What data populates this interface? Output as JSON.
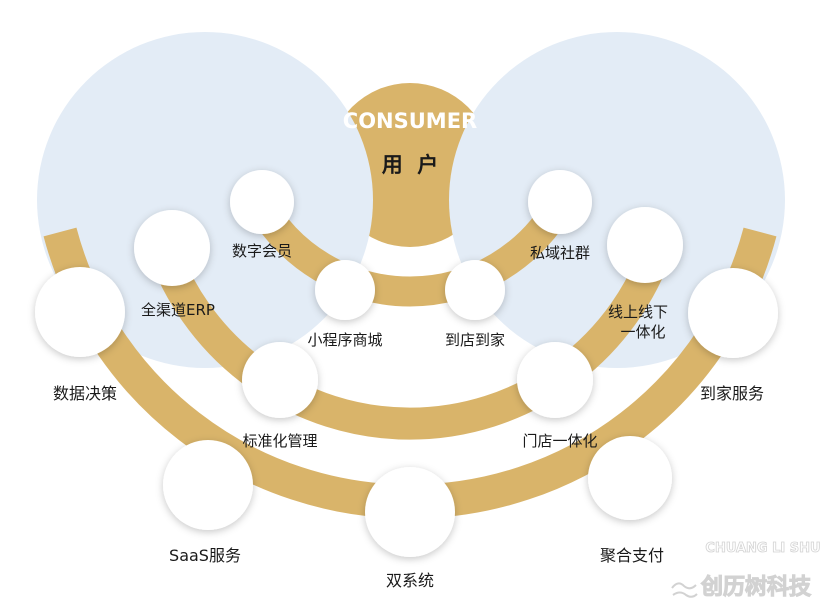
{
  "colors": {
    "gold": "#d9b46a",
    "blue": "#e3ecf6",
    "white": "#ffffff"
  },
  "center": {
    "title_en": "CONSUMER",
    "title_cn": "用  户"
  },
  "nodes": {
    "data_decision": "数据决策",
    "erp": "全渠道ERP",
    "member": "数字会员",
    "mini_mall": "小程序商城",
    "store_home": "到店到家",
    "private_community": "私域社群",
    "online_offline_1": "线上线下",
    "online_offline_2": "一体化",
    "home_service": "到家服务",
    "standard_mgmt": "标准化管理",
    "store_integration": "门店一体化",
    "saas": "SaaS服务",
    "dual_system": "双系统",
    "payment": "聚合支付"
  },
  "watermark": {
    "text_en": "CHUANG LI SHU",
    "text_cn": "创历树科技"
  }
}
